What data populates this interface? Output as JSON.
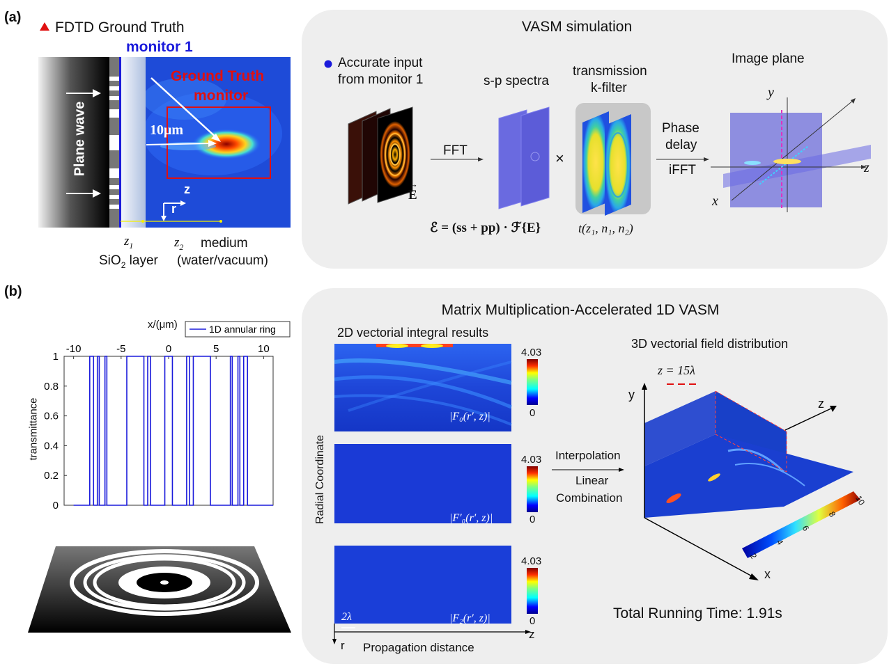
{
  "panel_a": {
    "label": "(a)",
    "legend_text": "FDTD Ground Truth",
    "monitor1": "monitor 1",
    "plane_wave": "Plane wave",
    "gt_monitor_line1": "Ground Truth",
    "gt_monitor_line2": "monitor",
    "distance": "10μm",
    "axis_z": "z",
    "axis_r": "r",
    "z1": "z",
    "z1_sub": "1",
    "z2": "z",
    "z2_sub": "2",
    "medium_line1": "medium",
    "medium_line2": "(water/vacuum)",
    "sio2_pre": "SiO",
    "sio2_sub": "2",
    "sio2_post": " layer"
  },
  "vasm": {
    "title": "VASM simulation",
    "input_line1": "Accurate input",
    "input_line2": "from monitor 1",
    "sp_spectra": "s-p spectra",
    "tk_line1": "transmission",
    "tk_line2": "k-filter",
    "image_plane": "Image plane",
    "fft": "FFT",
    "times": "×",
    "phase_line1": "Phase",
    "phase_line2": "delay",
    "ifft": "iFFT",
    "e_label": "E",
    "formula": "ℰ = (ss + pp) · ℱ{E}",
    "tfilter": "t(z₁, n₁, n₂)",
    "axis_y": "y",
    "axis_z": "z",
    "axis_x": "x"
  },
  "panel_b": {
    "label": "(b)",
    "xlabel": "x/(μm)",
    "ylabel": "transmittance",
    "legend": "1D annular ring"
  },
  "mm": {
    "title": "Matrix Multiplication-Accelerated 1D VASM",
    "sub2d": "2D vectorial integral results",
    "sub3d": "3D vectorial field distribution",
    "cb_max": "4.03",
    "cb_min": "0",
    "f0": "|F₀(r′, z)|",
    "f0p": "|F′₀(r′, z)|",
    "f2": "|F₂(r′, z)|",
    "scale": "2λ",
    "radial": "Radial Coordinate",
    "prop": "Propagation distance",
    "axis_z": "z",
    "axis_r": "r",
    "interp": "Interpolation",
    "linear": "Linear",
    "combination": "Combination",
    "zeq": "z = 15λ",
    "axis_y3": "y",
    "axis_z3": "z",
    "axis_x3": "x",
    "cb3_ticks": [
      "2",
      "4",
      "6",
      "8",
      "10"
    ],
    "runtime": "Total Running Time: 1.91s"
  },
  "colors": {
    "blue": "#1a1adb",
    "red": "#e01010",
    "panel": "#eeeeee"
  },
  "chart_data": {
    "type": "line",
    "xlabel": "x/(μm)",
    "ylabel": "transmittance",
    "xlim": [
      -11,
      11
    ],
    "ylim": [
      0,
      1
    ],
    "xticks": [
      -10,
      -5,
      0,
      5,
      10
    ],
    "yticks": [
      0,
      0.2,
      0.4,
      0.6,
      0.8,
      1
    ],
    "series": [
      {
        "name": "1D annular ring",
        "color": "#1a1adb",
        "segments_at_1": [
          [
            -8.3,
            -7.9
          ],
          [
            -7.5,
            -7.3
          ],
          [
            -6.7,
            -6.5
          ],
          [
            -4.4,
            -2.6
          ],
          [
            -2.2,
            -1.9
          ],
          [
            -0.4,
            0.4
          ],
          [
            1.9,
            2.2
          ],
          [
            2.6,
            4.4
          ],
          [
            6.5,
            6.7
          ],
          [
            7.3,
            7.5
          ],
          [
            7.9,
            8.3
          ]
        ]
      }
    ]
  }
}
